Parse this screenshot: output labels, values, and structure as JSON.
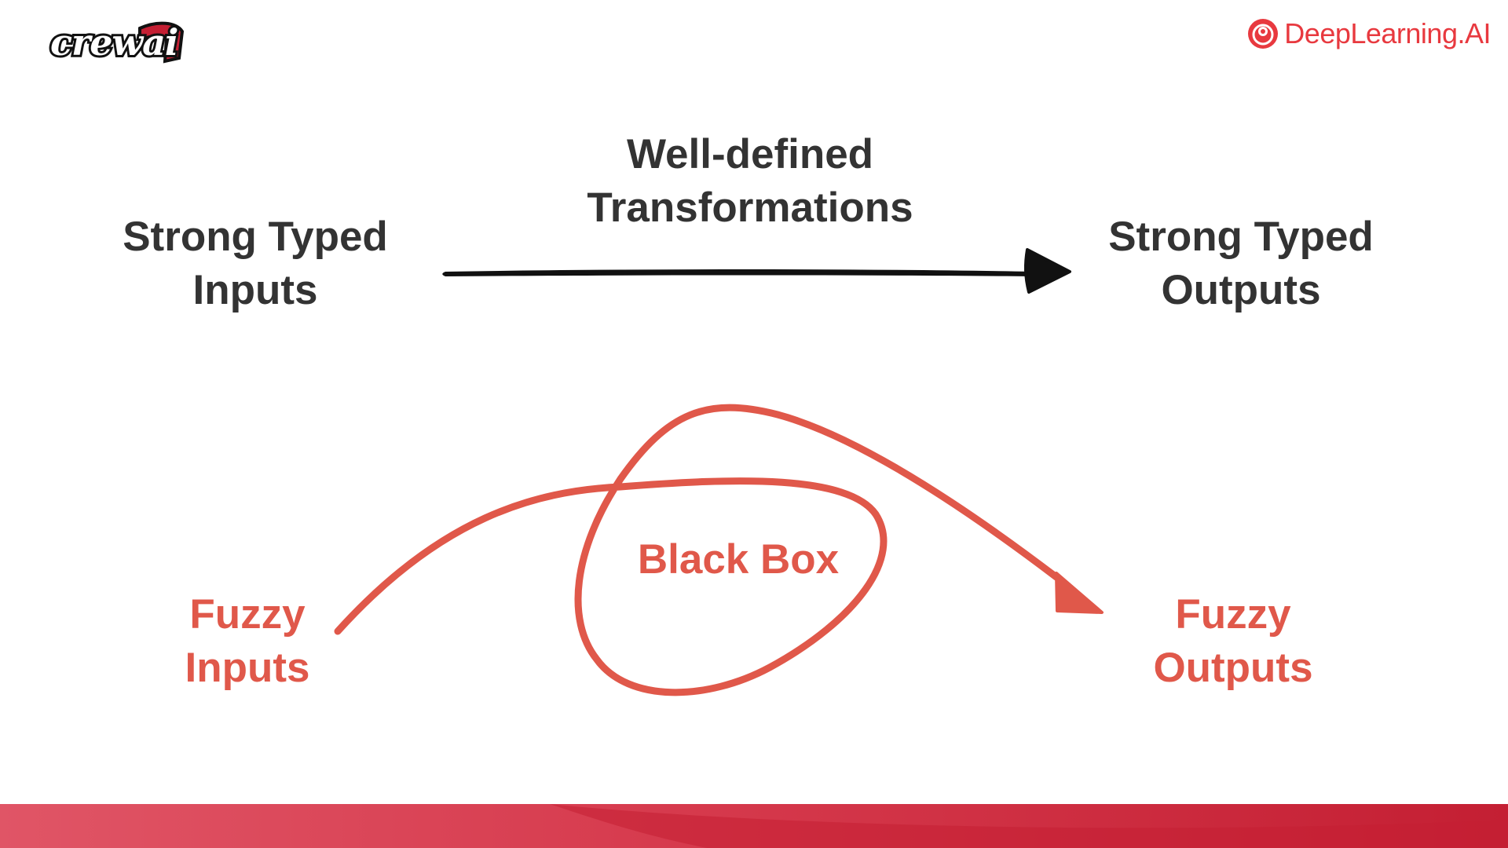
{
  "brand": {
    "left_logo_text": "crewai",
    "right_logo_text": "DeepLearning.AI",
    "right_logo_color": "#e8393f"
  },
  "colors": {
    "dark_text": "#333333",
    "fuzzy_red": "#e0584a",
    "arrow_black": "#111111",
    "footer_red": "#c41f33",
    "footer_pink": "#e05566"
  },
  "diagram": {
    "strong_inputs": [
      "Strong Typed",
      "Inputs"
    ],
    "transformation": [
      "Well-defined",
      "Transformations"
    ],
    "strong_outputs": [
      "Strong Typed",
      "Outputs"
    ],
    "fuzzy_inputs": [
      "Fuzzy",
      "Inputs"
    ],
    "black_box": "Black Box",
    "fuzzy_outputs": [
      "Fuzzy",
      "Outputs"
    ]
  }
}
